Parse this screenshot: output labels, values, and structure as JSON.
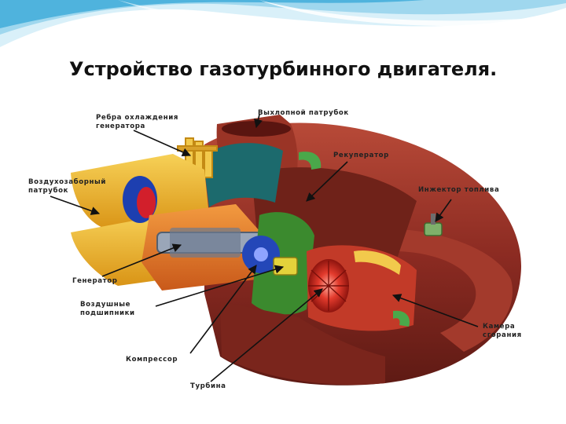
{
  "slide": {
    "title": "Устройство газотурбинного двигателя."
  },
  "diagram": {
    "labels": {
      "cooling_fins_line1": "Ребра охлаждения",
      "cooling_fins_line2": "генератора",
      "exhaust_pipe": "Выхлопной патрубок",
      "recuperator": "Рекуператор",
      "air_intake_line1": "Воздухозаборный",
      "air_intake_line2": "патрубок",
      "fuel_injector": "Инжектор топлива",
      "generator": "Генератор",
      "air_bearings_line1": "Воздушные",
      "air_bearings_line2": "подшипники",
      "combustion_line1": "Камера",
      "combustion_line2": "сгорания",
      "compressor": "Компрессор",
      "turbine": "Турбина"
    }
  },
  "colors": {
    "wave_light": "#cfeaf6",
    "wave_mid": "#8fd0ea",
    "wave_dark": "#3fa8d6",
    "casing_red": "#8c2b22",
    "casing_light": "#b44536",
    "yellow": "#f1b81f",
    "orange": "#e8761f",
    "blue": "#2447b8",
    "green": "#3b8a2e",
    "teal": "#1a6f73"
  }
}
